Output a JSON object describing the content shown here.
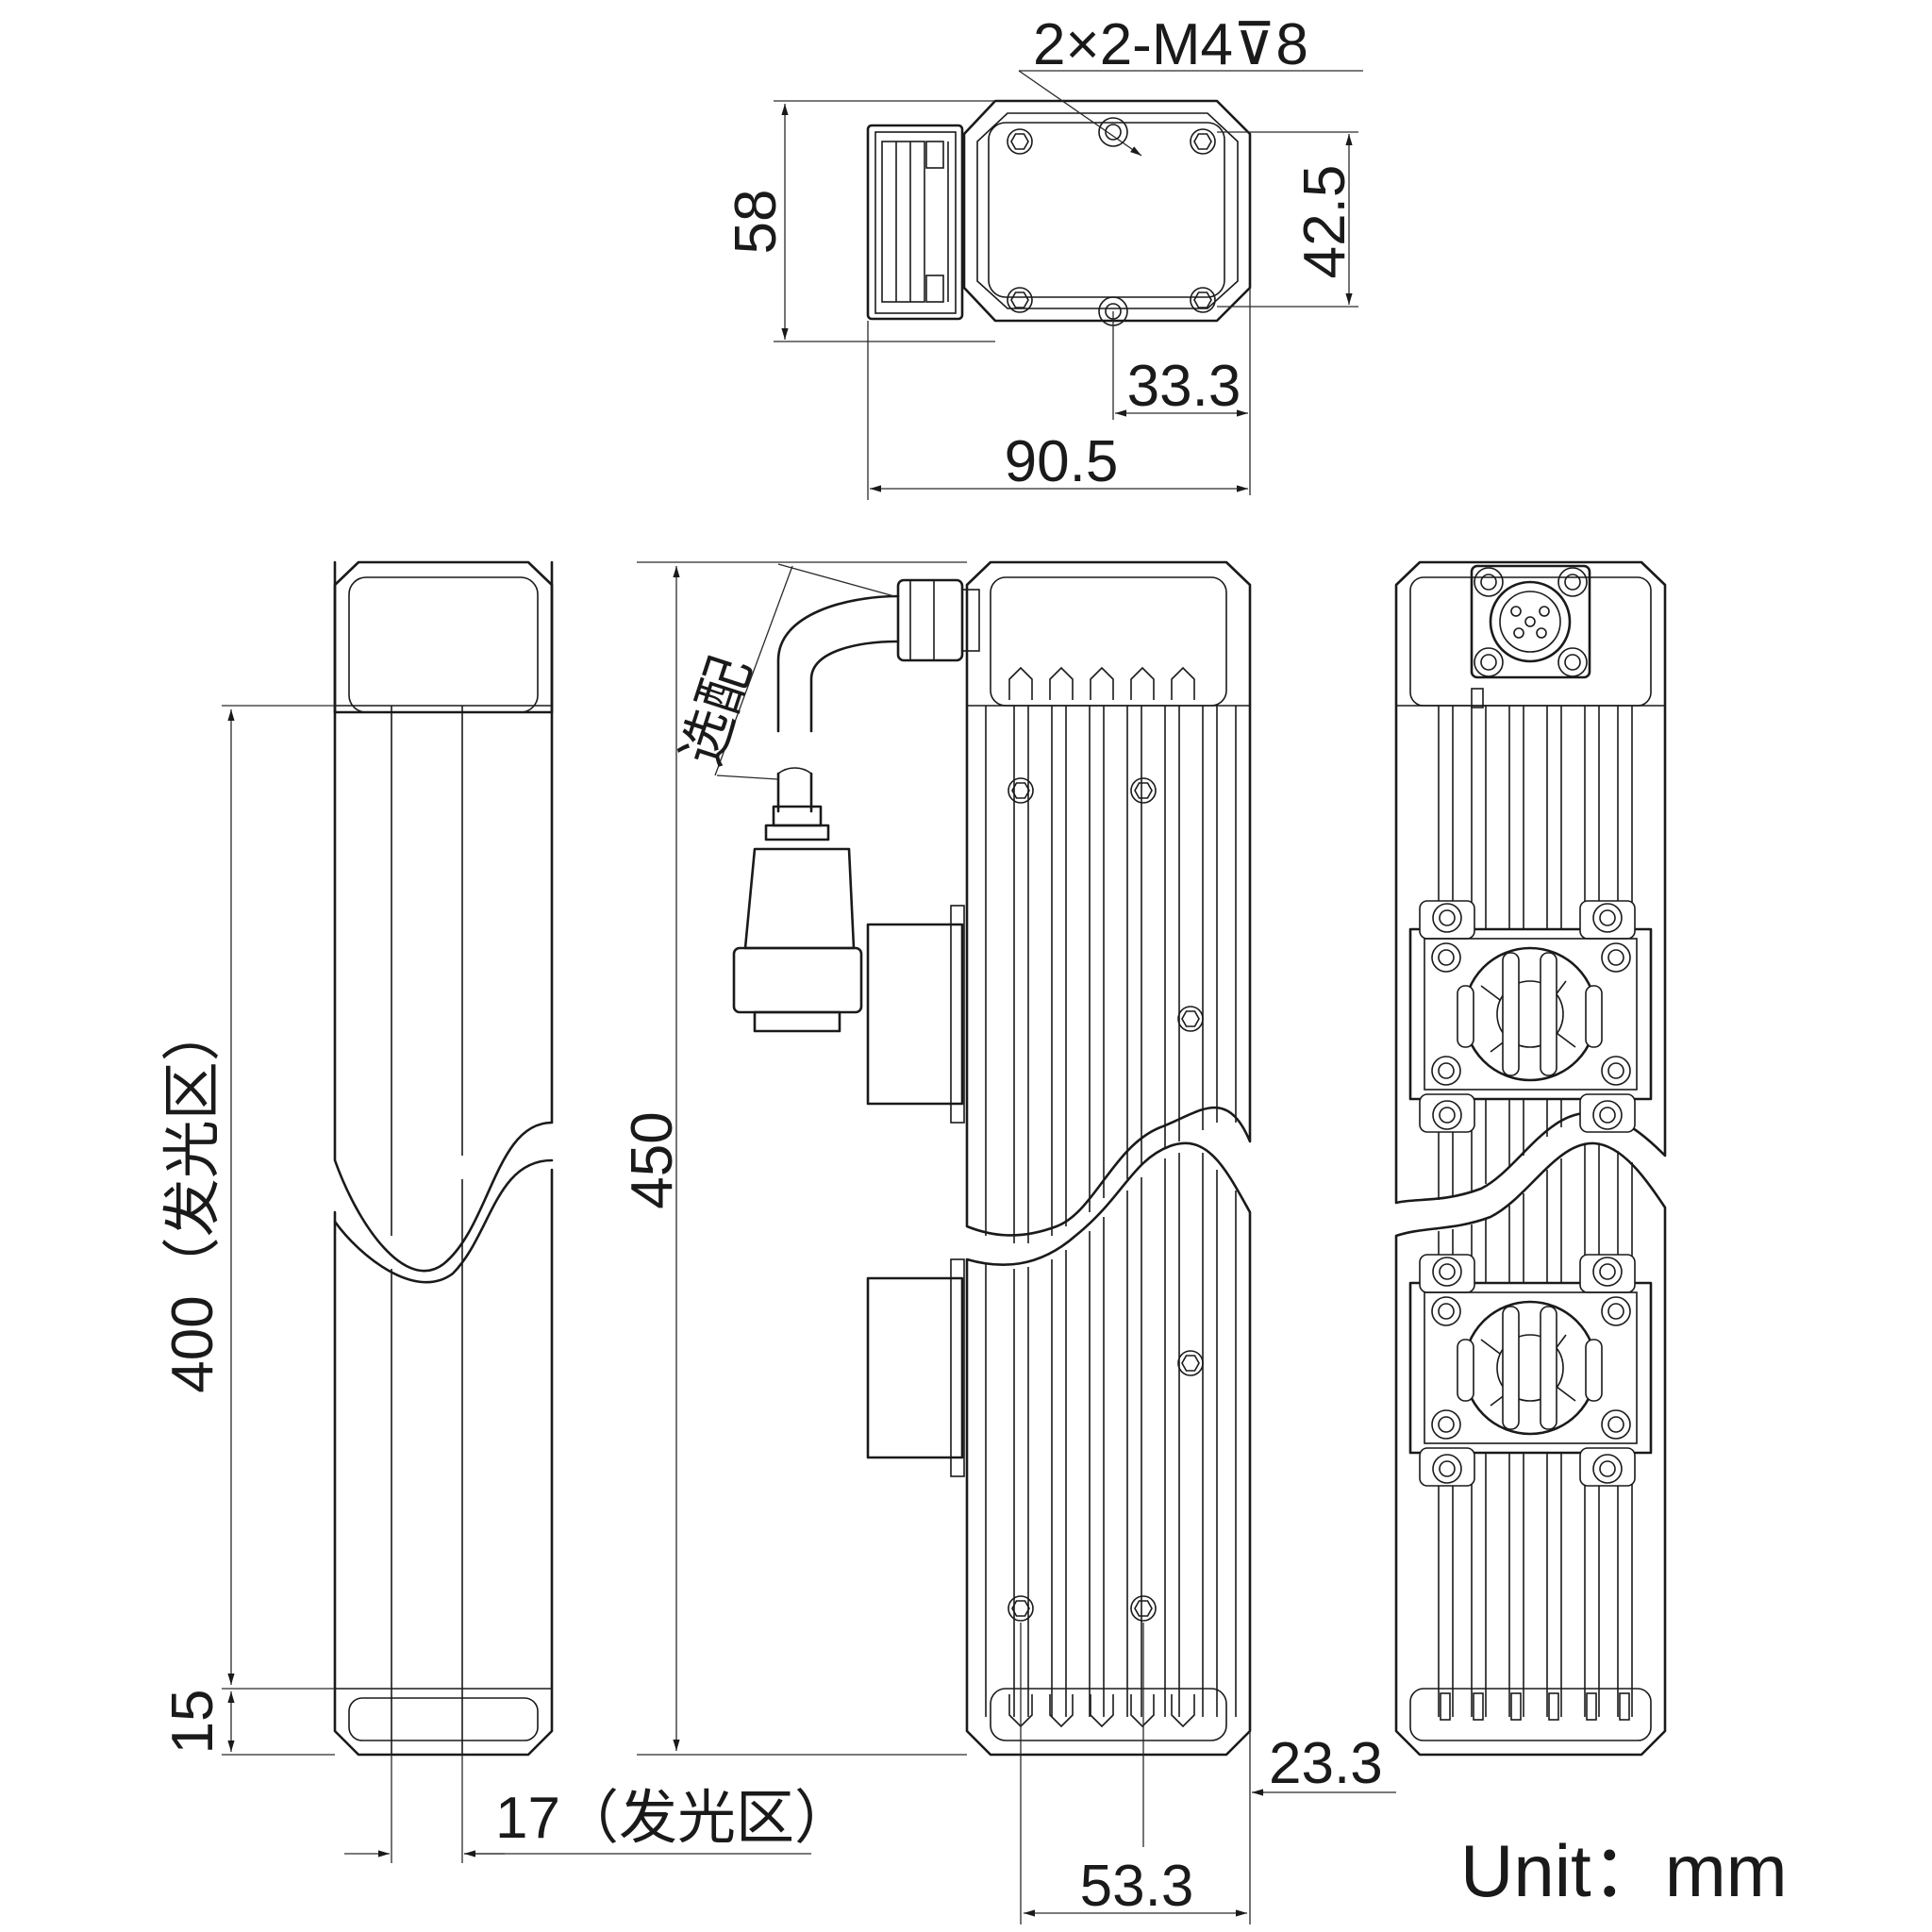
{
  "drawing": {
    "dims": {
      "thread": "2×2-M4",
      "thread_depth_sym": "⊽",
      "thread_depth": "8",
      "height_58": "58",
      "hole_pitch_v": "42.5",
      "hole_offset_h": "33.3",
      "width_90_5": "90.5",
      "length_450": "450",
      "emit_len": "400（发光区）",
      "end_15": "15",
      "emit_width": "17（发光区）",
      "offset_23_3": "23.3",
      "width_53_3": "53.3",
      "optional": "选配"
    },
    "unit_label": "Unit：mm"
  }
}
